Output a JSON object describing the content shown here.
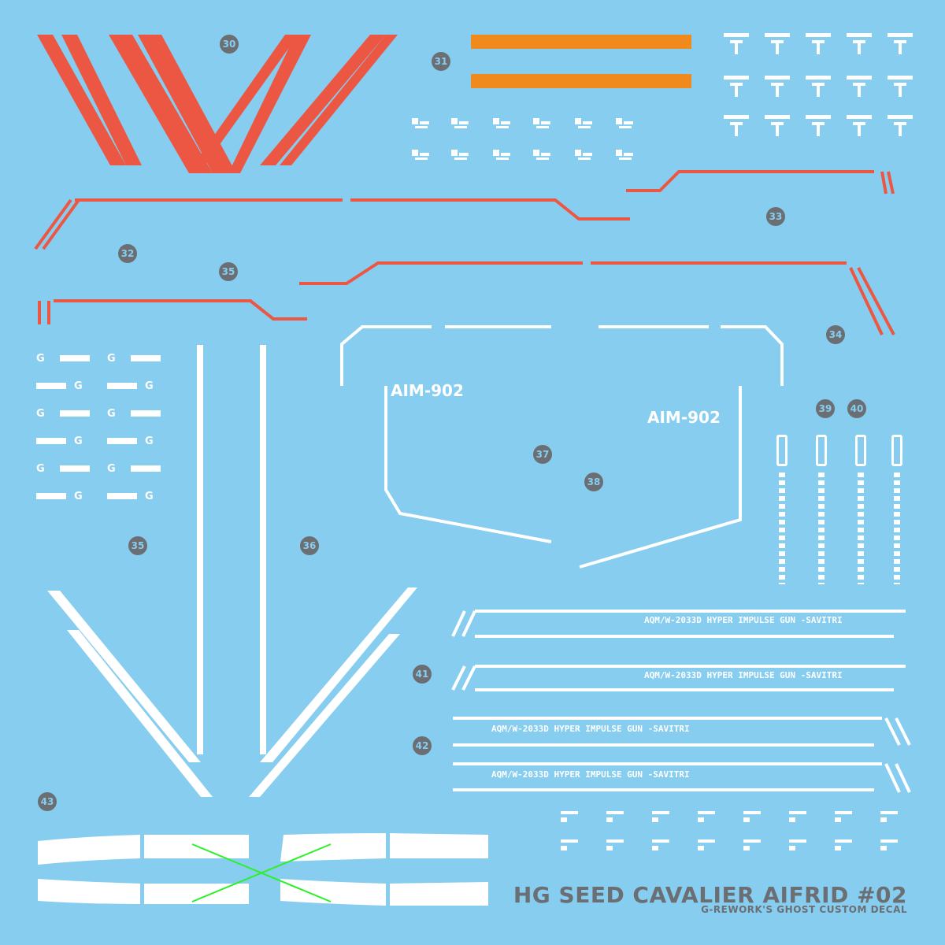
{
  "sheet": {
    "title": "HG SEED CAVALIER AIFRID #02",
    "subtitle": "G-REWORK'S GHOST CUSTOM DECAL",
    "background_color": "#86cdf0",
    "accent_colors": {
      "red": "#ec5743",
      "orange": "#f08a1c",
      "white": "#ffffff",
      "green": "#2ef02a",
      "number_badge": "#6b6f73"
    }
  },
  "numbers": [
    "30",
    "31",
    "33",
    "32",
    "35",
    "34",
    "39",
    "40",
    "37",
    "38",
    "35",
    "36",
    "41",
    "42",
    "43"
  ],
  "aim_label": "AIM-902",
  "gun_text": "AQM/W-2033D HYPER IMPULSE GUN -SAVITRI"
}
